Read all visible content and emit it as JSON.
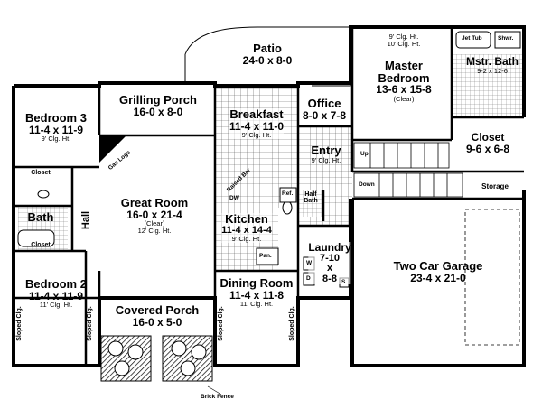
{
  "rooms": {
    "patio": {
      "name": "Patio",
      "dims": "24-0 x 8-0"
    },
    "grilling_porch": {
      "name": "Grilling Porch",
      "dims": "16-0 x 8-0"
    },
    "bedroom3": {
      "name": "Bedroom 3",
      "dims": "11-4 x 11-9",
      "note": "9' Clg. Ht."
    },
    "breakfast": {
      "name": "Breakfast",
      "dims": "11-4 x 11-0",
      "note": "9' Clg. Ht."
    },
    "office": {
      "name": "Office",
      "dims": "8-0 x 7-8"
    },
    "master_bedroom": {
      "name1": "Master",
      "name2": "Bedroom",
      "dims": "13-6 x 15-8",
      "note": "(Clear)",
      "ceiling": "9' Clg. Ht.",
      "ceiling2": "10' Clg. Ht."
    },
    "master_bath": {
      "name": "Mstr. Bath",
      "dims": "9-2 x 12-6"
    },
    "closet_master": {
      "name": "Closet",
      "dims": "9-6 x 6-8"
    },
    "entry": {
      "name": "Entry",
      "note": "9' Clg. Ht."
    },
    "great_room": {
      "name": "Great Room",
      "dims": "16-0 x 21-4",
      "note": "(Clear)",
      "ceiling": "12' Clg. Ht."
    },
    "kitchen": {
      "name": "Kitchen",
      "dims": "11-4 x 14-4",
      "note": "9' Clg. Ht."
    },
    "half_bath": {
      "name1": "Half",
      "name2": "Bath"
    },
    "laundry": {
      "name": "Laundry",
      "dims1": "7-10",
      "dims2": "x",
      "dims3": "8-8"
    },
    "bath": {
      "name": "Bath"
    },
    "hall": {
      "name": "Hall"
    },
    "closet_small": {
      "name": "Closet"
    },
    "closet_small2": {
      "name": "Closet"
    },
    "bedroom2": {
      "name": "Bedroom 2",
      "dims": "11-4 x 11-9",
      "note": "11' Clg. Ht."
    },
    "covered_porch": {
      "name": "Covered Porch",
      "dims": "16-0 x 5-0"
    },
    "dining_room": {
      "name": "Dining Room",
      "dims": "11-4 x 11-8",
      "note": "11' Clg. Ht."
    },
    "two_car_garage": {
      "name": "Two Car Garage",
      "dims": "23-4 x 21-0"
    },
    "storage": {
      "name": "Storage"
    }
  },
  "labels": {
    "gas_logs": "Gas Logs",
    "up": "Up",
    "down": "Down",
    "jet_tub": "Jet Tub",
    "shower": "Shwr.",
    "sloped_clg": "Sloped Clg.",
    "brick_fence": "Brick Fence",
    "pan": "Pan.",
    "ref": "Ref.",
    "w": "W",
    "d": "D",
    "s": "S",
    "dw": "DW",
    "raised_bar": "Raised Bar"
  }
}
